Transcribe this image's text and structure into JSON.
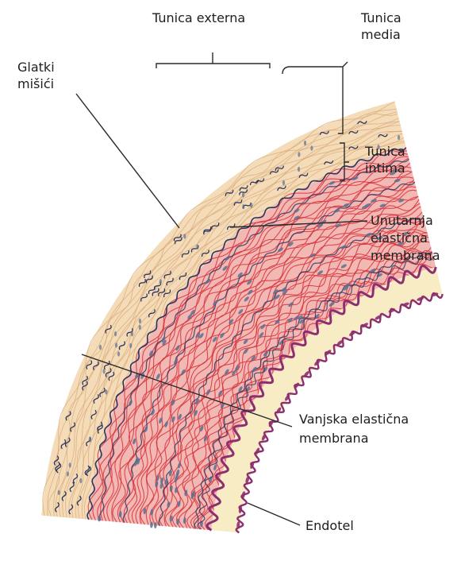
{
  "labels": {
    "tunica_externa": "Tunica externa",
    "tunica_media": [
      "Tunica",
      "media"
    ],
    "tunica_intima": [
      "Tunica",
      "intima"
    ],
    "glatki_misici": [
      "Glatki",
      "mišići"
    ],
    "unutarnja_elasticna_membrana": [
      "Unutarnja",
      "elastična",
      "membrana"
    ],
    "vanjska_elasticna_membrana": [
      "Vanjska elastična",
      "membrana"
    ],
    "endotel": "Endotel"
  },
  "colors": {
    "externa_fill": "#f4dcb8",
    "externa_fiber": "#d9a878",
    "media_fill": "#f2b8b4",
    "media_fiber": "#d8323c",
    "intima_fill": "#f8ecc4",
    "elastic_membrane": "#8c2f70",
    "elastic_fiber": "#2b3560",
    "nucleus": "#5d6f90",
    "leader_line": "#2a2a2a"
  }
}
